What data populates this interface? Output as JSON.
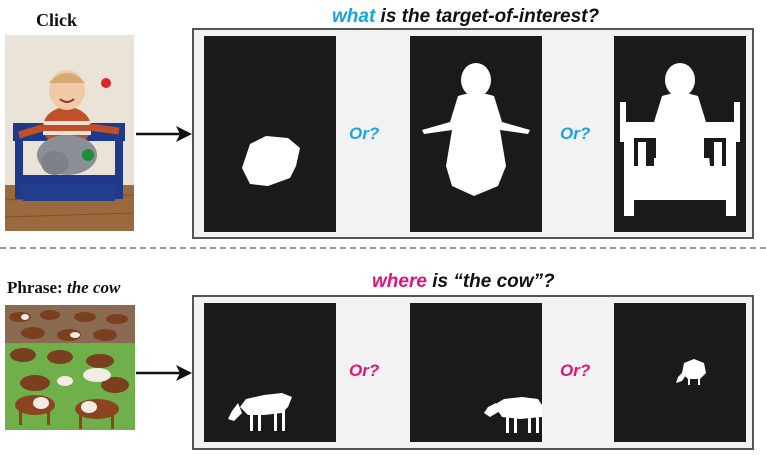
{
  "top": {
    "label": "Click",
    "question_key": "what",
    "question_rest": " is the target-of-interest?",
    "or": [
      "Or?",
      "Or?"
    ],
    "accent": "#1aa3e0",
    "click_points": [
      {
        "color": "#e0242a"
      },
      {
        "color": "#1e8a3a"
      }
    ]
  },
  "bottom": {
    "label_prefix": "Phrase:",
    "label_phrase": "the cow",
    "question_key": "where",
    "question_rest": " is “the cow”?",
    "or": [
      "Or?",
      "Or?"
    ],
    "accent": "#e0127a"
  }
}
